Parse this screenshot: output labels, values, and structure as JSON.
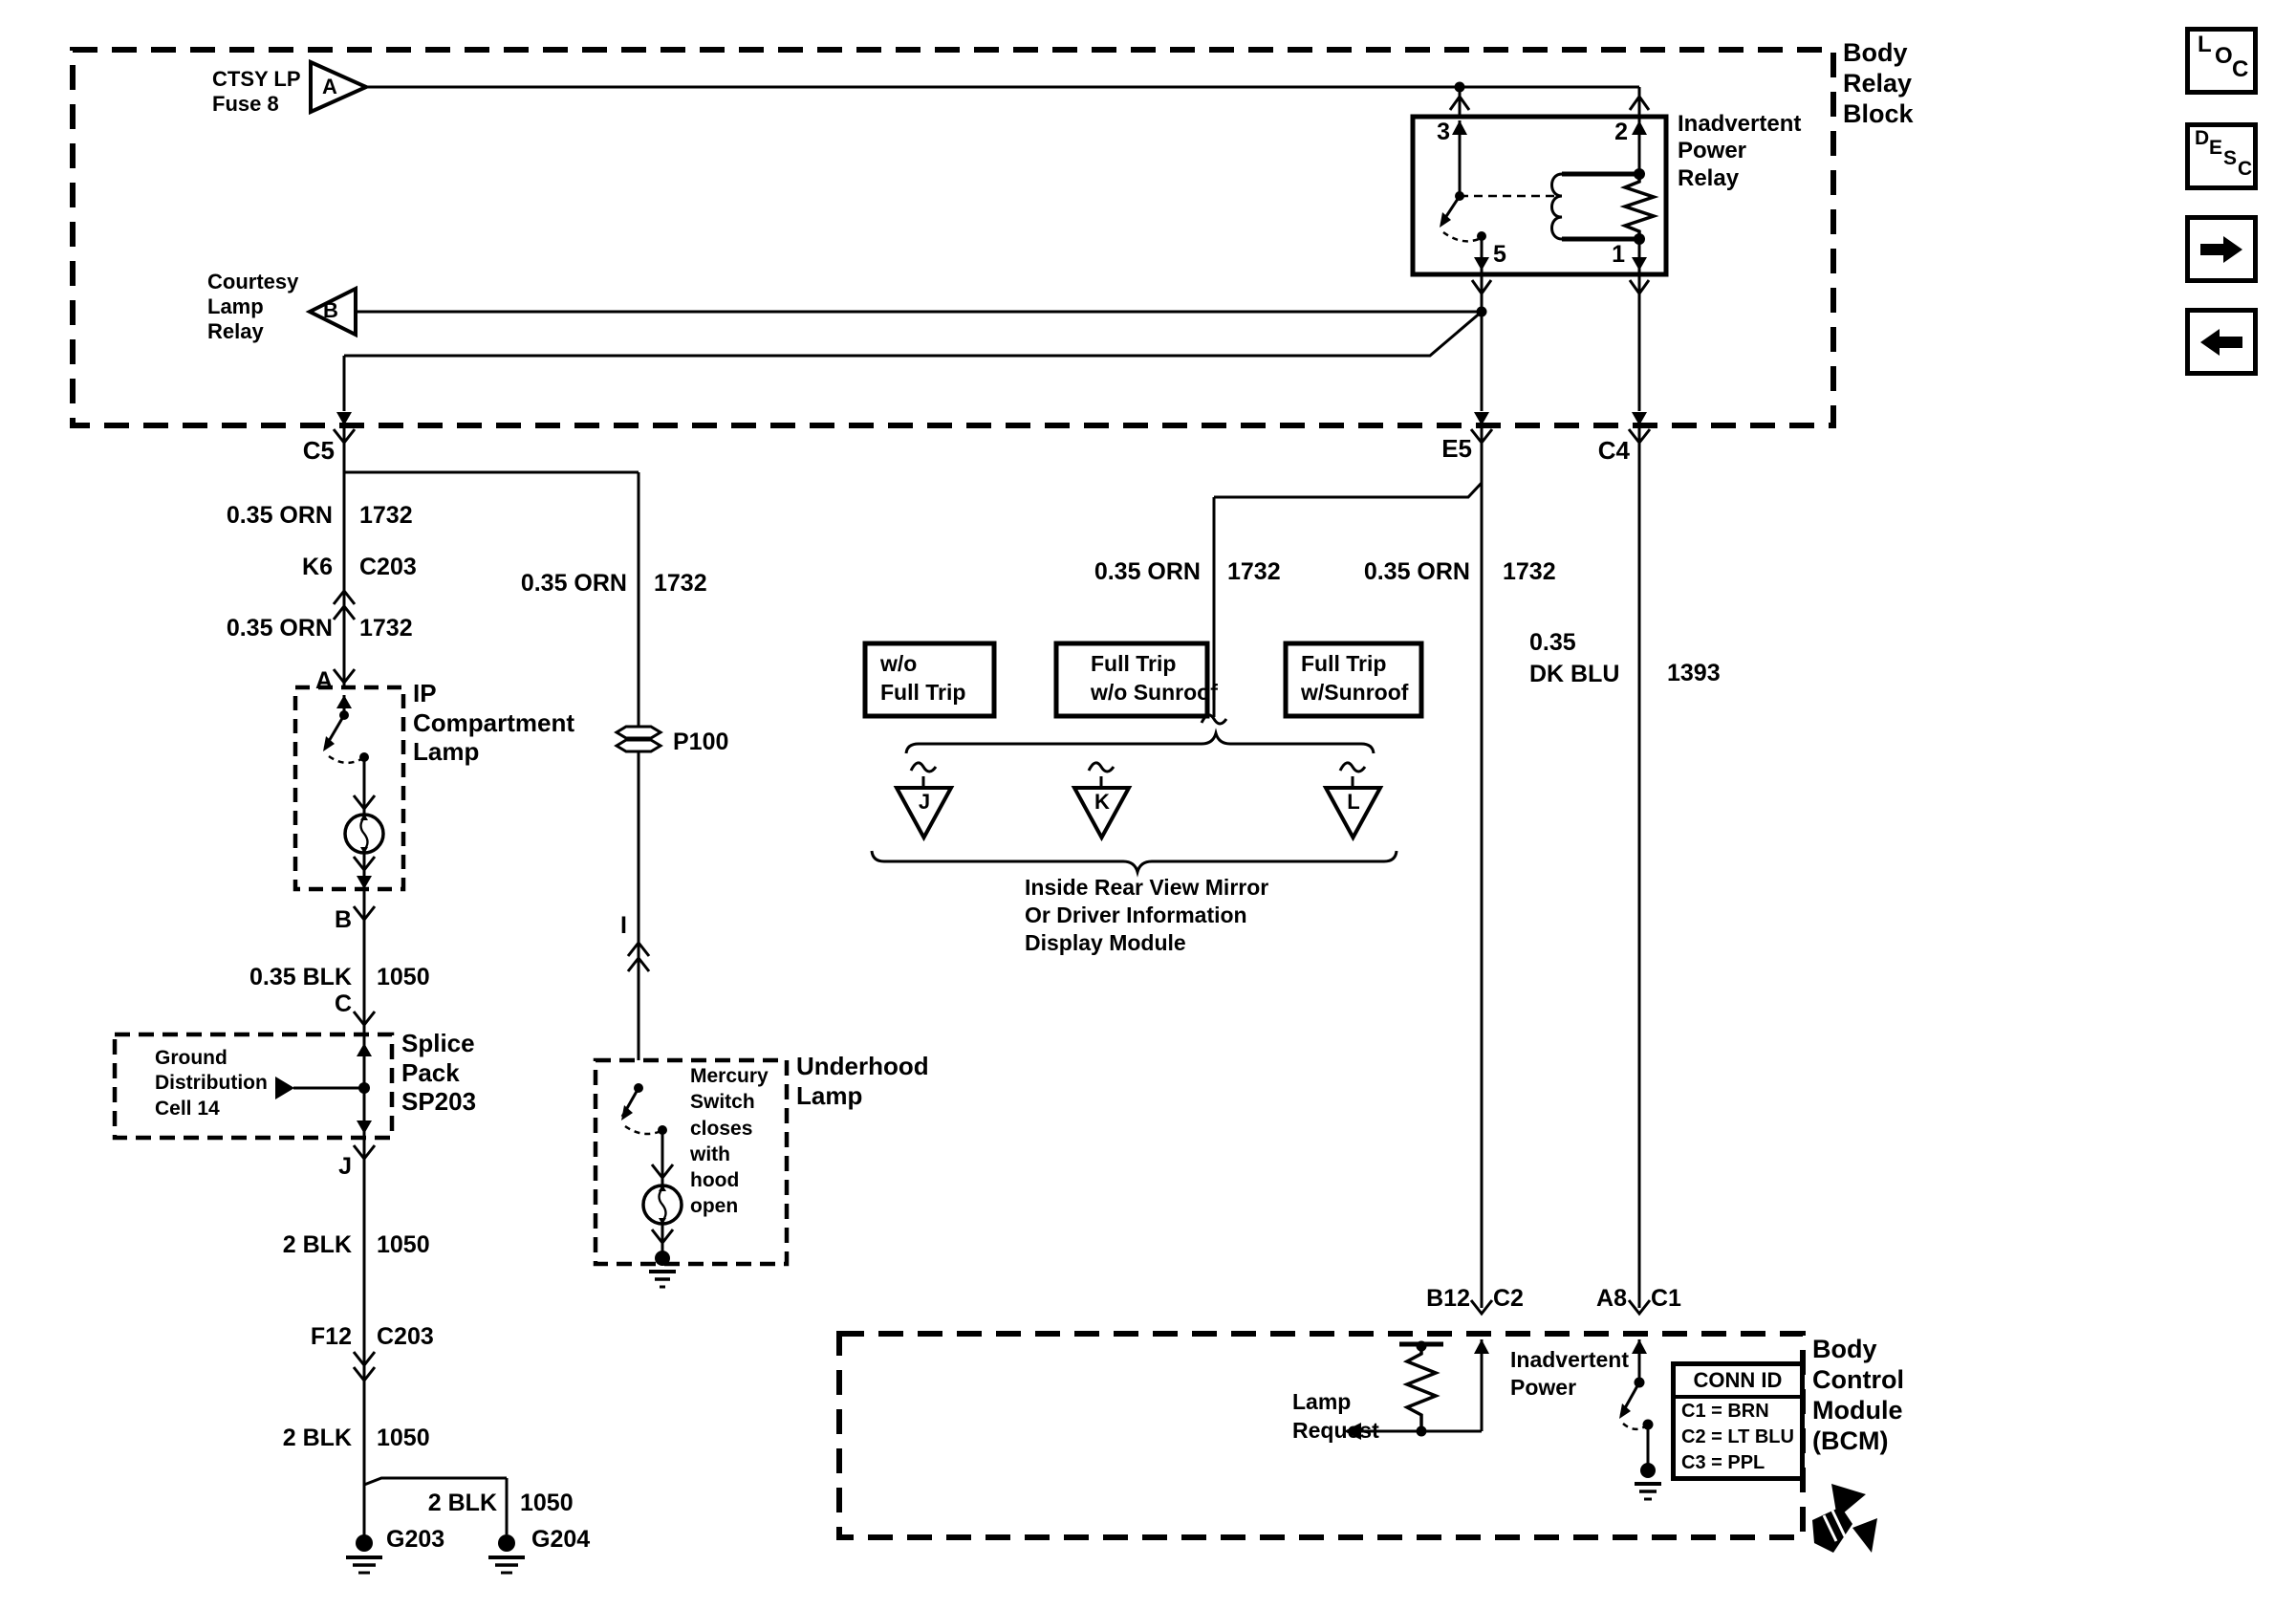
{
  "palette": {
    "ink": "#000000",
    "paper": "#ffffff"
  },
  "body_relay_block": {
    "label": "Body\nRelay\nBlock",
    "fuse": {
      "name": "CTSY LP\nFuse 8",
      "tag": "A"
    },
    "courtesy_relay": {
      "name": "Courtesy\nLamp\nRelay",
      "tag": "B"
    },
    "inadvertent_power_relay": {
      "name": "Inadvertent\nPower\nRelay",
      "pin3": "3",
      "pin2": "2",
      "pin5": "5",
      "pin1": "1"
    },
    "connectors": {
      "c5": "C5",
      "e5": "E5",
      "c4": "C4"
    }
  },
  "wires": {
    "orn_left_upper": {
      "size": "0.35 ORN",
      "circuit": "1732"
    },
    "orn_left_lower": {
      "size": "0.35 ORN",
      "circuit": "1732"
    },
    "orn_branch": {
      "size": "0.35 ORN",
      "circuit": "1732"
    },
    "orn_mid": {
      "size": "0.35 ORN",
      "circuit": "1732"
    },
    "orn_e5": {
      "size": "0.35 ORN",
      "circuit": "1732"
    },
    "dk_blu": {
      "size": "0.35\nDK BLU",
      "circuit": "1393"
    },
    "blk_ip": {
      "size": "0.35 BLK",
      "circuit": "1050"
    },
    "blk_upper": {
      "size": "2 BLK",
      "circuit": "1050"
    },
    "blk_lower": {
      "size": "2 BLK",
      "circuit": "1050"
    },
    "blk_branch": {
      "size": "2 BLK",
      "circuit": "1050"
    }
  },
  "inline_connectors": {
    "k6": {
      "pin": "K6",
      "id": "C203"
    },
    "f12": {
      "pin": "F12",
      "id": "C203"
    },
    "p100": "P100"
  },
  "terminals": {
    "a": "A",
    "b": "B",
    "c": "C",
    "j": "J",
    "i": "I"
  },
  "ip_lamp": {
    "label": "IP\nCompartment\nLamp"
  },
  "underhood_lamp": {
    "label": "Underhood\nLamp",
    "switch_note": "Mercury\nSwitch\ncloses\nwith\nhood\nopen"
  },
  "splice_pack": {
    "label": "Splice\nPack\nSP203",
    "note": "Ground\nDistribution\nCell 14"
  },
  "grounds": {
    "g203": "G203",
    "g204": "G204"
  },
  "options": {
    "box1": "w/o\nFull Trip",
    "box2": "Full Trip\nw/o Sunroof",
    "box3": "Full Trip\nw/Sunroof",
    "tri_j": "J",
    "tri_k": "K",
    "tri_l": "L",
    "note": "Inside Rear View Mirror\nOr Driver Information\nDisplay Module"
  },
  "bcm": {
    "label": "Body\nControl\nModule\n(BCM)",
    "b12": "B12",
    "c2": "C2",
    "a8": "A8",
    "c1": "C1",
    "lamp_request": "Lamp\nRequest",
    "inadvertent_power": "Inadvertent\nPower",
    "conn_table": {
      "title": "CONN ID",
      "rows": [
        "C1 = BRN",
        "C2 = LT BLU",
        "C3 = PPL"
      ]
    }
  },
  "buttons": {
    "loc": {
      "letters": [
        "L",
        "O",
        "C"
      ]
    },
    "desc": {
      "letters": [
        "D",
        "E",
        "S",
        "C"
      ]
    }
  }
}
